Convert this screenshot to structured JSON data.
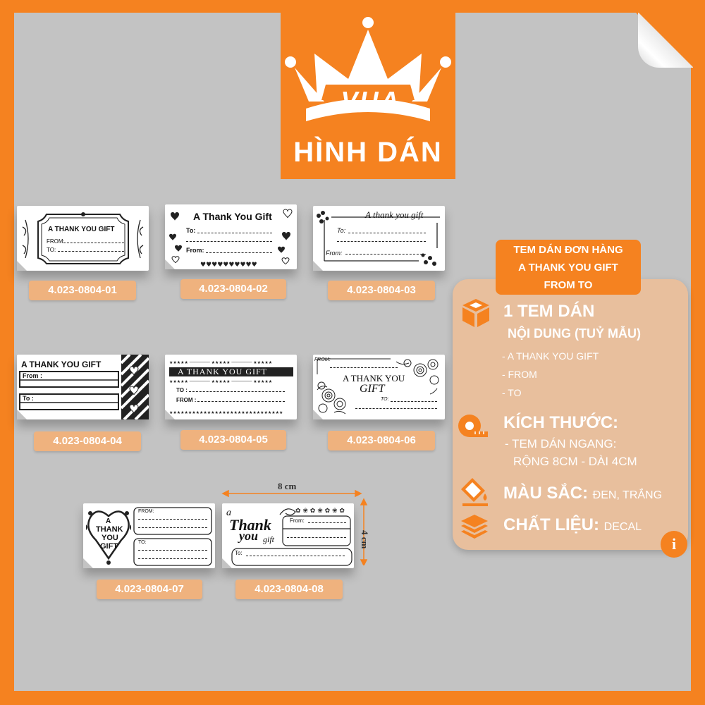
{
  "brand": {
    "top": "VUA",
    "name": "HÌNH DÁN",
    "accent": "#f58220"
  },
  "stickers": [
    {
      "code": "4.023-0804-01",
      "title": "A THANK YOU GIFT",
      "from": "FROM:",
      "to": "TO:"
    },
    {
      "code": "4.023-0804-02",
      "title": "A Thank You Gift",
      "from": "From:",
      "to": "To:"
    },
    {
      "code": "4.023-0804-03",
      "title": "A thank you gift",
      "from": "From:",
      "to": "To:"
    },
    {
      "code": "4.023-0804-04",
      "title": "A THANK YOU GIFT",
      "from": "From :",
      "to": "To :"
    },
    {
      "code": "4.023-0804-05",
      "title": "A THANK YOU GIFT",
      "from": "FROM :",
      "to": "TO :"
    },
    {
      "code": "4.023-0804-06",
      "title": "A THANK YOU",
      "title2": "GIFT",
      "from": "FROM:",
      "to": "TO:"
    },
    {
      "code": "4.023-0804-07",
      "title": "A THANK YOU GIFT",
      "t1": "A",
      "t2": "THANK",
      "t3": "YOU",
      "t4": "GIFT",
      "from": "FROM:",
      "to": "TO:"
    },
    {
      "code": "4.023-0804-08",
      "t1": "a",
      "t2": "Thank",
      "t3": "you",
      "t4": "gift",
      "from": "From:",
      "to": "To:"
    }
  ],
  "dimensions": {
    "width": "8 cm",
    "height": "4 cm"
  },
  "panel": {
    "header": [
      "TEM DÁN ĐƠN HÀNG",
      "A THANK YOU GIFT",
      "FROM TO"
    ],
    "count": "1 TEM DÁN",
    "content_label": "NỘI DUNG (TUỶ MẪU)",
    "content_items": [
      "- A THANK YOU GIFT",
      "- FROM",
      "- TO"
    ],
    "size_label": "KÍCH THƯỚC:",
    "size_lines": [
      "- TEM DÁN NGANG:",
      "RỘNG 8CM - DÀI 4CM"
    ],
    "color_label": "MÀU SẮC:",
    "color_value": "ĐEN, TRẮNG",
    "material_label": "CHẤT LIỆU:",
    "material_value": "DECAL",
    "info": "i"
  }
}
